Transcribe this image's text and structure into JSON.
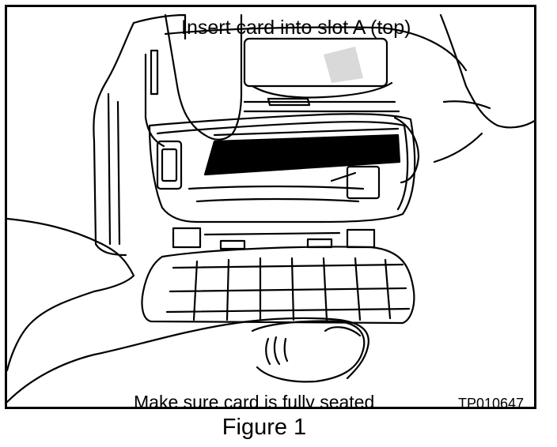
{
  "figure": {
    "instruction_top": "Insert card into slot A (top)",
    "instruction_bottom": "Make sure card is fully seated",
    "code": "TP010647",
    "caption": "Figure 1"
  },
  "colors": {
    "ink": "#000000",
    "paper": "#ffffff"
  },
  "icons": [
    "card-reader-device",
    "hand-inserting-card",
    "card",
    "hand-holding-device"
  ]
}
